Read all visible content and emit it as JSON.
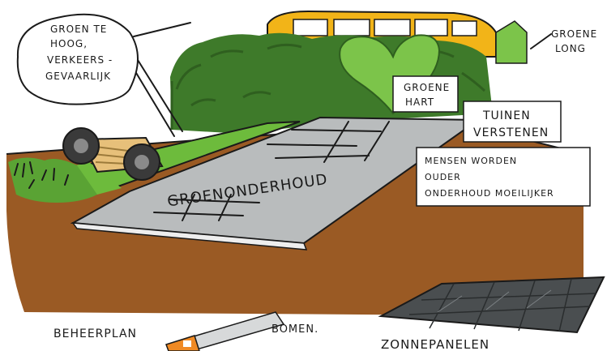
{
  "labels": {
    "bubble_line1": "GROEN TE",
    "bubble_line2": "HOOG,",
    "bubble_line3": "VERKEERS -",
    "bubble_line4": "GEVAARLIJK",
    "groene_long_1": "GROENE",
    "groene_long_2": "LONG",
    "groene_hart_1": "GROENE",
    "groene_hart_2": "HART",
    "tuinen_1": "TUINEN",
    "tuinen_2": "VERSTENEN",
    "mensen_1": "MENSEN WORDEN",
    "mensen_2": "OUDER",
    "mensen_3": "ONDERHOUD MOEILIJKER",
    "groenonderhoud": "GROENONDERHOUD",
    "beheerplan": "BEHEERPLAN",
    "bomen": "BOMEN.",
    "zonnepanelen": "ZONNEPANELEN"
  },
  "colors": {
    "hedge": "#3e7a2a",
    "hedge_dark": "#2f5f1f",
    "lawn": "#6dbb3c",
    "heart": "#7cc44a",
    "soil": "#9a5a24",
    "paving": "#b9bcbd",
    "solar": "#4a4e50",
    "bus": "#f2b418",
    "saw": "#f08a24"
  }
}
